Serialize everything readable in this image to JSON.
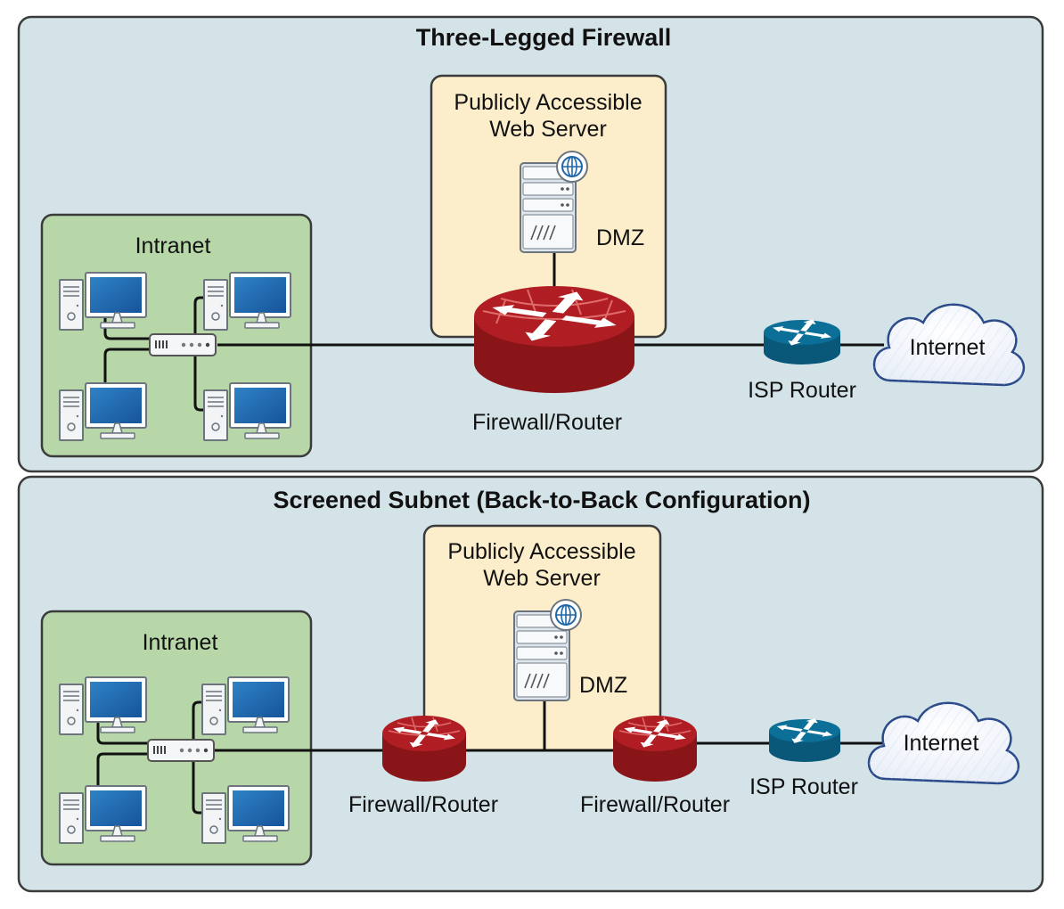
{
  "top": {
    "title": "Three-Legged Firewall",
    "intranet_label": "Intranet",
    "dmz_server_label": [
      "Publicly Accessible",
      "Web Server"
    ],
    "dmz_label": "DMZ",
    "firewall_label": "Firewall/Router",
    "isp_label": "ISP Router",
    "internet_label": "Internet"
  },
  "bottom": {
    "title": "Screened Subnet (Back-to-Back Configuration)",
    "intranet_label": "Intranet",
    "dmz_server_label": [
      "Publicly Accessible",
      "Web Server"
    ],
    "dmz_label": "DMZ",
    "firewall_inner_label": "Firewall/Router",
    "firewall_outer_label": "Firewall/Router",
    "isp_label": "ISP Router",
    "internet_label": "Internet"
  },
  "colors": {
    "panel_bg": "#d3e3e8",
    "intranet_bg": "#b7d7a8",
    "dmz_bg": "#fdeecb",
    "firewall_red": "#b01e23",
    "router_blue": "#0b6f97",
    "monitor_blue": "#1f67a8"
  }
}
